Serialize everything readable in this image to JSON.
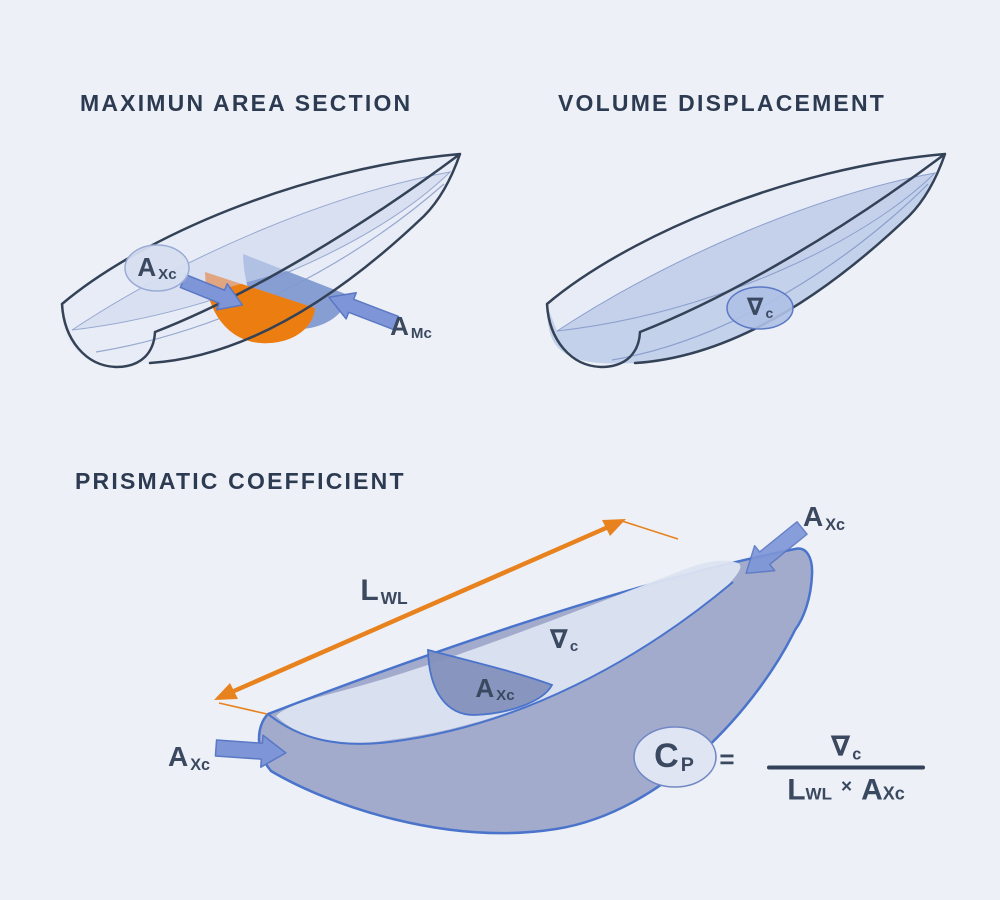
{
  "background": "#edf1f7",
  "colors": {
    "outline_dark": "#344257",
    "text_dark": "#3a4860",
    "royal_blue_stroke": "#4a74cb",
    "block_arrow_fill": "#7e96d8",
    "orange_bright": "#ec7d10",
    "orange_muted": "#e39a6d",
    "dimension_orange": "#e8821e",
    "hull_fill_light": "#e4eaf5",
    "water_fill": "#b5c6e7",
    "floor_fill": "#dce3f1"
  },
  "max_area": {
    "title": "MAXIMUN AREA SECTION",
    "label_axc": {
      "main": "A",
      "sub": "Xc"
    },
    "label_amc": {
      "main": "A",
      "sub": "Mc"
    }
  },
  "volume": {
    "title": "VOLUME DISPLACEMENT",
    "label_vc": {
      "main": "∇",
      "sub": "c"
    }
  },
  "prismatic": {
    "title": "PRISMATIC COEFFICIENT",
    "label_lwl": {
      "main": "L",
      "sub": "WL"
    },
    "label_vc": {
      "main": "∇",
      "sub": "c"
    },
    "label_axc_section": {
      "main": "A",
      "sub": "Xc"
    },
    "label_axc_stern": {
      "main": "A",
      "sub": "Xc"
    },
    "label_axc_bow": {
      "main": "A",
      "sub": "Xc"
    },
    "formula": {
      "coefficient": {
        "main": "C",
        "sub": "P"
      },
      "equals": "=",
      "numerator": {
        "main": "∇",
        "sub": "c"
      },
      "denominator_length": {
        "main": "L",
        "sub": "WL"
      },
      "multiply": "×",
      "denominator_area": {
        "main": "A",
        "sub": "Xc"
      }
    }
  }
}
